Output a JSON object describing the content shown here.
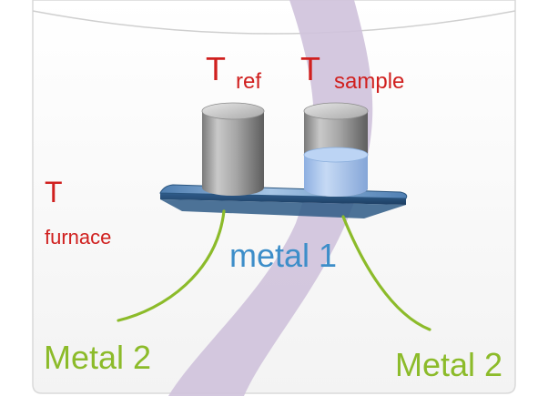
{
  "labels": {
    "t_ref_main": "T",
    "t_ref_sub": "ref",
    "t_sample_main": "T",
    "t_sample_sub": "sample",
    "t_furnace_main": "T",
    "t_furnace_sub": "furnace",
    "metal_1": "metal 1",
    "metal_2_left": "Metal 2",
    "metal_2_right": "Metal 2"
  },
  "colors": {
    "temperature_label": "#d0201f",
    "metal_1_label": "#3d8ec9",
    "metal_2_wire": "#8cbb2a",
    "purple_band": "#cfc2dc",
    "plate": "#6b98c4",
    "sample_liquid": "#a9c6ee"
  }
}
